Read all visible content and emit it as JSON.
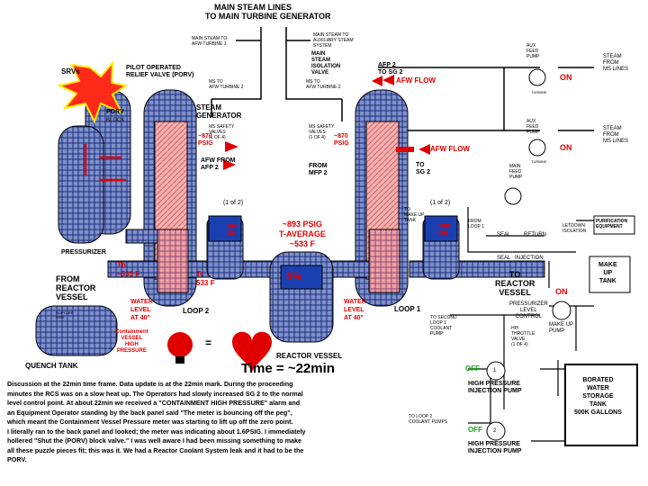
{
  "title": {
    "main_steam_lines": "MAIN STEAM LINES",
    "to_main_turbine": "TO MAIN TURBINE GENERATOR"
  },
  "labels": {
    "main_steam_afw_turbine": "MAIN STEAM TO\nAFW TURBINE 1",
    "main_steam_aux": "MAIN STEAM TO\nAUXILIARY STEAM\nSYSTEM",
    "ms_isolation": "MAIN\nSTEAM\nISOLATION\nVALVE",
    "ms_to_afw_left": "MS TO\nAFW TURBINE 2",
    "ms_to_afw_right": "MS TO\nAFW TURBINE 2",
    "srvs": "SRVs",
    "porv": "PILOT OPERATED\nRELIEF VALVE (PORV)",
    "porv_box": "PORV",
    "blk": "BLOCK",
    "steam_generator": "STEAM\nGENERATOR",
    "ms_safety_left": "MS SAFETY\nVALVES\n(1 OF 4)",
    "ms_safety_right": "MS SAFETY\nVALVES\n(1 OF 4)",
    "psig_left": "~870\nPSIG",
    "psig_right": "~870\nPSIG",
    "afw_from_afp": "AFW FROM\nAFP 2",
    "from_mfp": "FROM\nMFP 2",
    "to_sg2": "TO\nSG 2",
    "afp2_to_sg2": "AFP 2\nTO SG 2",
    "afw_flow": "AFW FLOW",
    "aux_feed_pump": "AUX\nFEED\nPUMP",
    "main_feed_pump": "MAIN\nFEED\nPUMP",
    "steam_from_ms": "STEAM\nFROM\nMS LINES",
    "turbine": "TURBINE",
    "on": "ON",
    "one_of_two": "(1 of 2)",
    "one_on": "ONE\nON",
    "psig_tavg": "~893 PSIG\nT-AVERAGE\n~533 F",
    "pressurizer": "PRESSURIZER",
    "from_reactor_vessel": "FROM\nREACTOR\nVESSEL",
    "th": "Th\n~533 F",
    "tc": "Tc\n533 F",
    "zero_pct": "0%",
    "water_level_left": "WATER\nLEVEL\nAT 40\"",
    "water_level_right": "WATER\nLEVEL\nAT 40\"",
    "loop2": "LOOP 2",
    "loop1": "LOOP 1",
    "to_make_up_tank": "TO\nMAKE UP\nTANK",
    "from_loop1": "FROM\nLOOP 1",
    "seal": "SEAL",
    "return": "RETURN",
    "seal_injection": "SEAL",
    "injection": "INJECTION",
    "letdown_isolation": "LETDOWN\nISOLATION",
    "purification": "PURIFICATION\nEQUIPMENT",
    "make_up_tank": "MAKE\nUP\nTANK",
    "to_reactor_vessel": "TO\nREACTOR\nVESSEL",
    "pressurizer_level_control": "PRESSURIZER\nLEVEL\nCONTROL",
    "make_up_pump": "MAKE UP\nPUMP",
    "to_second_loop": "TO SECOND\nLOOP 1\nCOOLANT\nPUMP",
    "hpi_throttle": "HPI\nTHROTTLE\nVALVE\n(1 OF 4)",
    "containment_vessel": "Containment\nVESSEL\nHIGH\nPRESSURE",
    "rupture_disk": "RUPTURE\nDISK",
    "quench_tank": "QUENCH TANK",
    "reactor_vessel": "REACTOR VESSEL",
    "time": "Time = ~22min",
    "off1": "OFF",
    "off2": "OFF",
    "pump1": "1",
    "pump2": "2",
    "hpi_pump": "HIGH PRESSURE\nINJECTION PUMP",
    "hpi_pump2": "HIGH PRESSURE\nINJECTION PUMP",
    "to_loop2": "TO LOOP 2\nCOOLANT PUMPS",
    "bwst": "BORATED\nWATER\nSTORAGE\nTANK\n500K GALLONS",
    "equals": "="
  },
  "description": "Discussion at the 22min time frame. Data update is at the 22min mark. During the proceeding\nminutes the RCS was on a slow heat up. The Operators had slowly increased SG 2 to the normal\nlevel control point. At about 22min we received a \"CONTAINMENT HIGH PRESSURE\" alarm and\nan Equipment Operator standing by the back panel said \"The meter is bouncing off the peg\",\nwhich meant the Containment Vessel Pressure meter was starting to lift up off the zero point.\nI literally ran to the back panel and looked; the meter was indicating about 1.6PSIG. I immediately\nhollered \"Shut the (PORV) block valve.\" I was well aware I had been missing something to make\nall these puzzle pieces fit; this was it. We had a Reactor Coolant System leak and it had to be the\nPORV.",
  "colors": {
    "coolant_fill": "#f0a8a8",
    "pipe_blue": "#1a3fb0",
    "alert_red": "#e00000",
    "on_green": "#19a319"
  }
}
